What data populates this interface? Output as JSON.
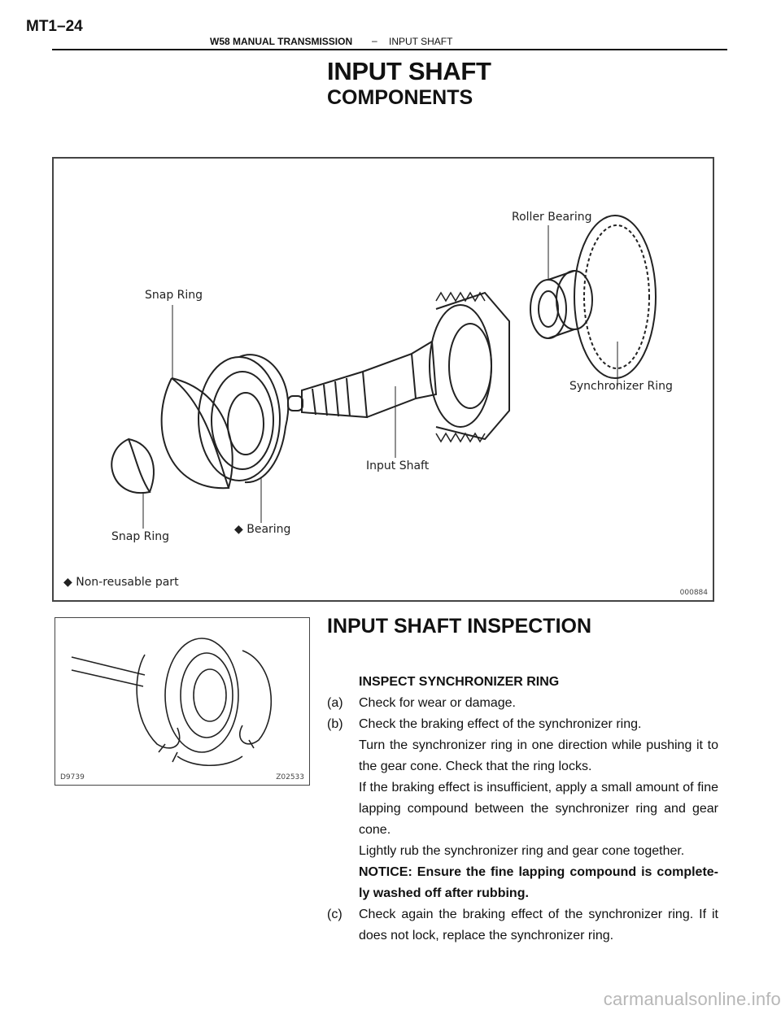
{
  "header": {
    "page_code": "MT1–24",
    "section": "W58 MANUAL TRANSMISSION",
    "separator": "–",
    "subsection": "INPUT SHAFT"
  },
  "title": "INPUT SHAFT",
  "subtitle": "COMPONENTS",
  "figure1": {
    "labels": {
      "roller_bearing": "Roller Bearing",
      "snap_ring_top": "Snap Ring",
      "synchronizer_ring": "Synchronizer Ring",
      "input_shaft": "Input Shaft",
      "snap_ring_bottom": "Snap Ring",
      "bearing": "Bearing",
      "legend": "Non-reusable part"
    },
    "code": "000884"
  },
  "figure2": {
    "code_left": "D9739",
    "code_right": "Z02533"
  },
  "inspection": {
    "title": "INPUT SHAFT INSPECTION",
    "step": "INSPECT SYNCHRONIZER RING",
    "a_label": "(a)",
    "a_text": "Check for wear or damage.",
    "b_label": "(b)",
    "b_text": "Check the braking effect of the synchronizer ring.",
    "b_detail1": "Turn the synchronizer ring in one direction while pushing it to the gear cone. Check that the ring locks.",
    "b_detail2": "If the braking effect is insufficient, apply a small amount of fine lapping compound between the synchronizer ring and gear cone.",
    "b_detail3": "Lightly rub the synchronizer ring and gear cone together.",
    "b_notice": "NOTICE: Ensure the fine lapping compound is complete-ly washed off after rubbing.",
    "c_label": "(c)",
    "c_text": "Check again the braking effect of the synchronizer ring. If it does not lock, replace the synchronizer ring."
  },
  "watermark": "carmanualsonline.info"
}
